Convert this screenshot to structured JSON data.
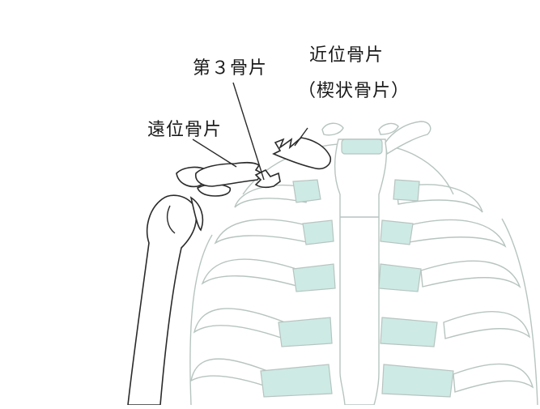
{
  "labels": {
    "proximal": "近位骨片",
    "proximal_sub": "（楔状骨片）",
    "third": "第３骨片",
    "distal": "遠位骨片"
  }
}
